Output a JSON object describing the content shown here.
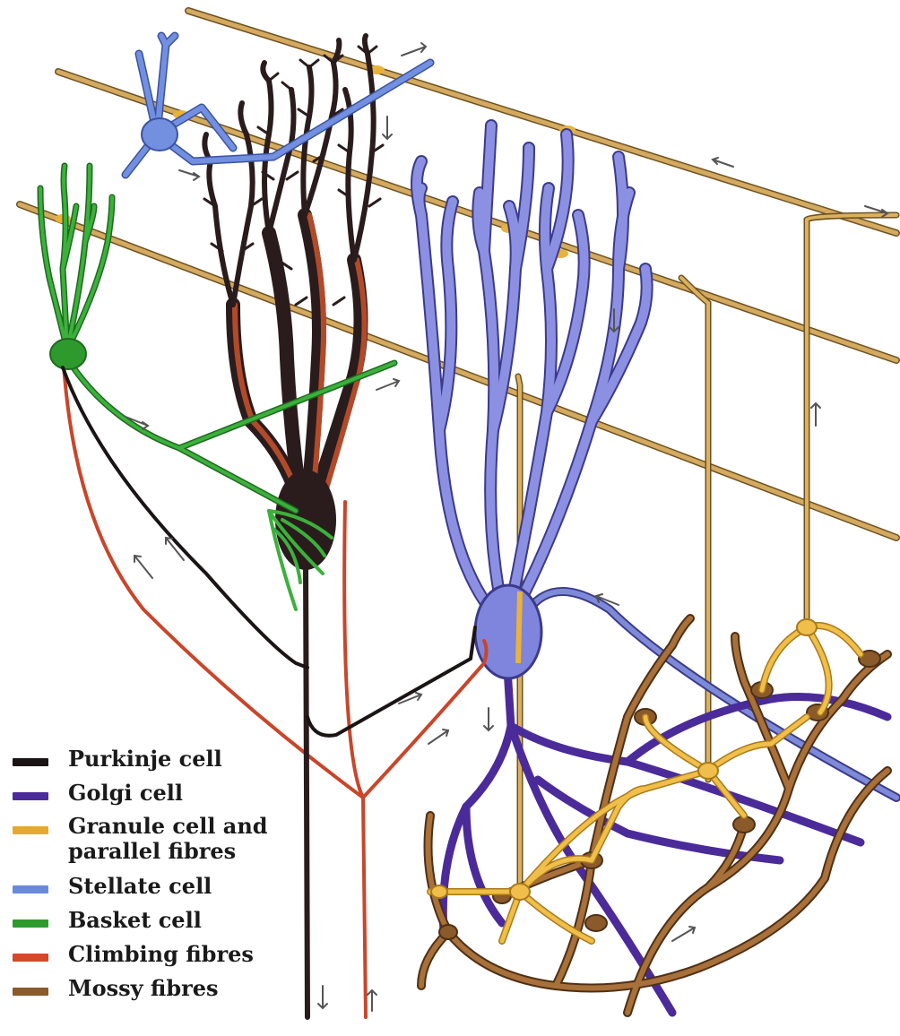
{
  "legend": {
    "items": [
      {
        "key": "purkinje",
        "label": "Purkinje cell",
        "color": "#1a1414"
      },
      {
        "key": "golgi",
        "label": "Golgi cell",
        "color": "#4b2a9a"
      },
      {
        "key": "granule",
        "label": "Granule  cell and parallel fibres",
        "color": "#e6a832"
      },
      {
        "key": "stellate",
        "label": "Stellate cell",
        "color": "#6a8ad8"
      },
      {
        "key": "basket",
        "label": "Basket cell",
        "color": "#2e9a2e"
      },
      {
        "key": "climbing",
        "label": "Climbing fibres",
        "color": "#d24a2a"
      },
      {
        "key": "mossy",
        "label": "Mossy fibres",
        "color": "#8a5a2a"
      }
    ]
  },
  "colors": {
    "purkinje": "#2a1c1c",
    "purkinje_red": "#c8462a",
    "golgi_dendrite": "#7f84dc",
    "golgi_axon": "#4b2a9a",
    "granule": "#c9a04a",
    "granule_bright": "#e9b23a",
    "stellate": "#6a8ad8",
    "basket": "#2e9a2e",
    "climbing": "#d24a2a",
    "mossy": "#8a5a2a"
  }
}
